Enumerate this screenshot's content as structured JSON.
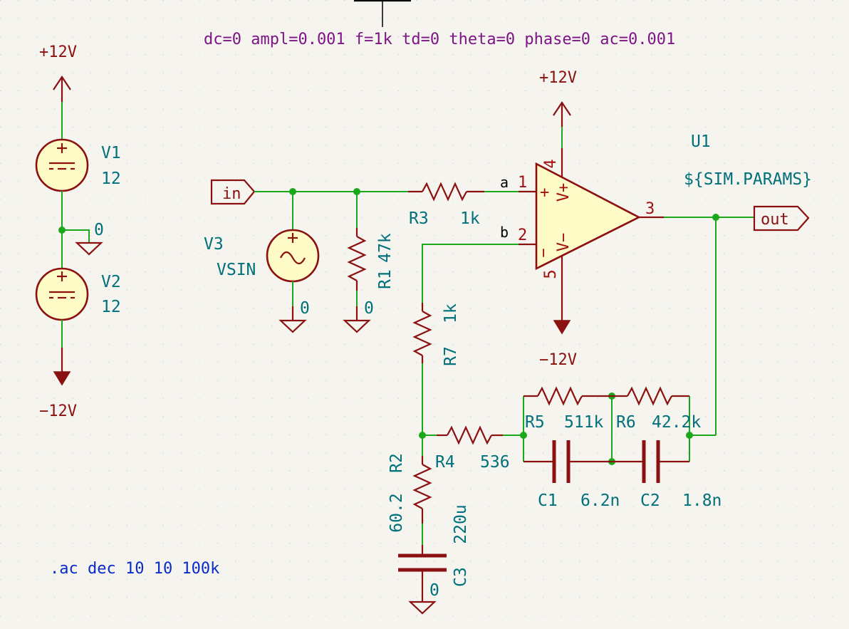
{
  "sim_params_text": "dc=0 ampl=0.001 f=1k td=0 theta=0 phase=0 ac=0.001",
  "sim_command": ".ac dec 10 10 100k",
  "supply": {
    "v1": {
      "ref": "V1",
      "value": "12"
    },
    "v2": {
      "ref": "V2",
      "value": "12"
    },
    "top_rail": "+12V",
    "bottom_rail": "−12V",
    "ground": "0"
  },
  "source": {
    "ref": "V3",
    "value": "VSIN",
    "ground": "0"
  },
  "labels": {
    "in": "in",
    "out": "out",
    "net_a": "a",
    "net_b": "b"
  },
  "opamp": {
    "ref": "U1",
    "value": "${SIM.PARAMS}",
    "pin_in_plus": "1",
    "pin_in_minus": "2",
    "pin_out": "3",
    "pin_vplus": "4",
    "pin_vminus": "5",
    "vplus_rail": "+12V",
    "vminus_rail": "−12V",
    "plus_mark": "+",
    "minus_mark": "−",
    "vplus_text": "V+",
    "vminus_text": "V−"
  },
  "components": {
    "r1": {
      "ref": "R1",
      "value": "47k",
      "ground": "0"
    },
    "r2": {
      "ref": "R2",
      "value": "60.2"
    },
    "r3": {
      "ref": "R3",
      "value": "1k"
    },
    "r4": {
      "ref": "R4",
      "value": "536"
    },
    "r5": {
      "ref": "R5",
      "value": "511k"
    },
    "r6": {
      "ref": "R6",
      "value": "42.2k"
    },
    "r7": {
      "ref": "R7",
      "value": "1k"
    },
    "c1": {
      "ref": "C1",
      "value": "6.2n"
    },
    "c2": {
      "ref": "C2",
      "value": "1.8n"
    },
    "c3": {
      "ref": "C3",
      "value": "220u",
      "ground": "0"
    }
  },
  "colors": {
    "wire": "#1aa81a",
    "component": "#8b1010",
    "component_fill": "#fefbc6",
    "reference_text": "#00707a",
    "sim_params_text": "#7d1585",
    "command_text": "#0a2bc8",
    "background": "#f5f4ef"
  }
}
